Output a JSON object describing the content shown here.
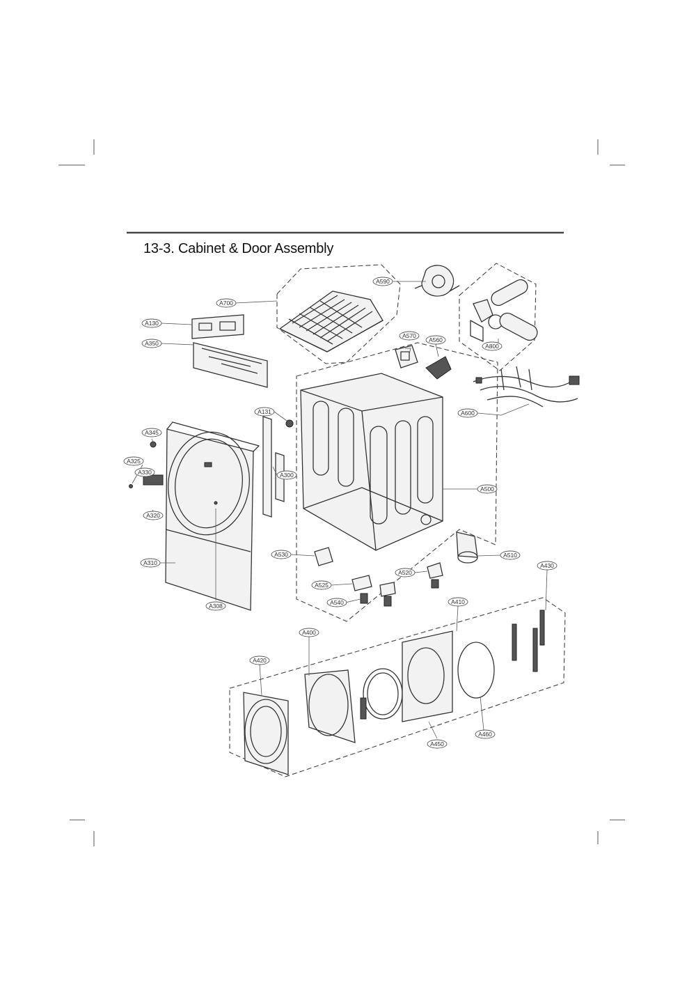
{
  "page": {
    "section_title": "13-3. Cabinet & Door Assembly"
  },
  "callouts": [
    {
      "id": "A590",
      "label": "A590"
    },
    {
      "id": "A700",
      "label": "A700"
    },
    {
      "id": "A130",
      "label": "A130"
    },
    {
      "id": "A350",
      "label": "A350"
    },
    {
      "id": "A570",
      "label": "A570"
    },
    {
      "id": "A560",
      "label": "A560"
    },
    {
      "id": "A800",
      "label": "A800"
    },
    {
      "id": "A600",
      "label": "A600"
    },
    {
      "id": "A131",
      "label": "A131"
    },
    {
      "id": "A345",
      "label": "A345"
    },
    {
      "id": "A325",
      "label": "A325"
    },
    {
      "id": "A330",
      "label": "A330"
    },
    {
      "id": "A300",
      "label": "A300"
    },
    {
      "id": "A500",
      "label": "A500"
    },
    {
      "id": "A320",
      "label": "A320"
    },
    {
      "id": "A530",
      "label": "A530"
    },
    {
      "id": "A510",
      "label": "A510"
    },
    {
      "id": "A310",
      "label": "A310"
    },
    {
      "id": "A520",
      "label": "A520"
    },
    {
      "id": "A430",
      "label": "A430"
    },
    {
      "id": "A525",
      "label": "A525"
    },
    {
      "id": "A540",
      "label": "A540"
    },
    {
      "id": "A410",
      "label": "A410"
    },
    {
      "id": "A308",
      "label": "A308"
    },
    {
      "id": "A400",
      "label": "A400"
    },
    {
      "id": "A420",
      "label": "A420"
    },
    {
      "id": "A460",
      "label": "A460"
    },
    {
      "id": "A450",
      "label": "A450"
    }
  ]
}
